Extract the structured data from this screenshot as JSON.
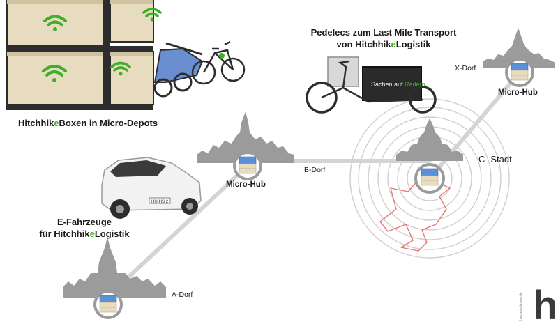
{
  "captions": {
    "boxes": {
      "prefix": "Hitchhik",
      "highlight": "e",
      "suffix": "Boxen in Micro-Depots"
    },
    "pedelecs": {
      "line1": "Pedelecs zum Last Mile Transport",
      "line2_prefix": "von Hitchhik",
      "line2_highlight": "e",
      "line2_suffix": "Logistik"
    },
    "efahrzeuge": {
      "line1": "E-Fahrzeuge",
      "line2_prefix": "für Hitchhik",
      "line2_highlight": "e",
      "line2_suffix": "Logistik"
    }
  },
  "places": {
    "a_dorf": "A-Dorf",
    "b_dorf": "B-Dorf",
    "c_stadt": "C- Stadt",
    "x_dorf": "X-Dorf"
  },
  "hubs": {
    "b_hub": "Micro-Hub",
    "x_hub": "Micro-Hub"
  },
  "cargo_bike_text": {
    "prefix": "Sachen auf ",
    "highlight": "Rädern"
  },
  "car_plate": "HH-HS 2",
  "brand": {
    "logo": "h",
    "side_text": "hausensdesign.de"
  },
  "colors": {
    "accent_green": "#3fae2a",
    "silhouette": "#9b9b9b",
    "route": "#d4d4d4",
    "rings": "#cfcfcf",
    "delivery_path": "#e8736b",
    "box_wood": "#e8dcc0",
    "box_dark": "#2d2d2d",
    "hub_blue": "#5c8fd6"
  }
}
